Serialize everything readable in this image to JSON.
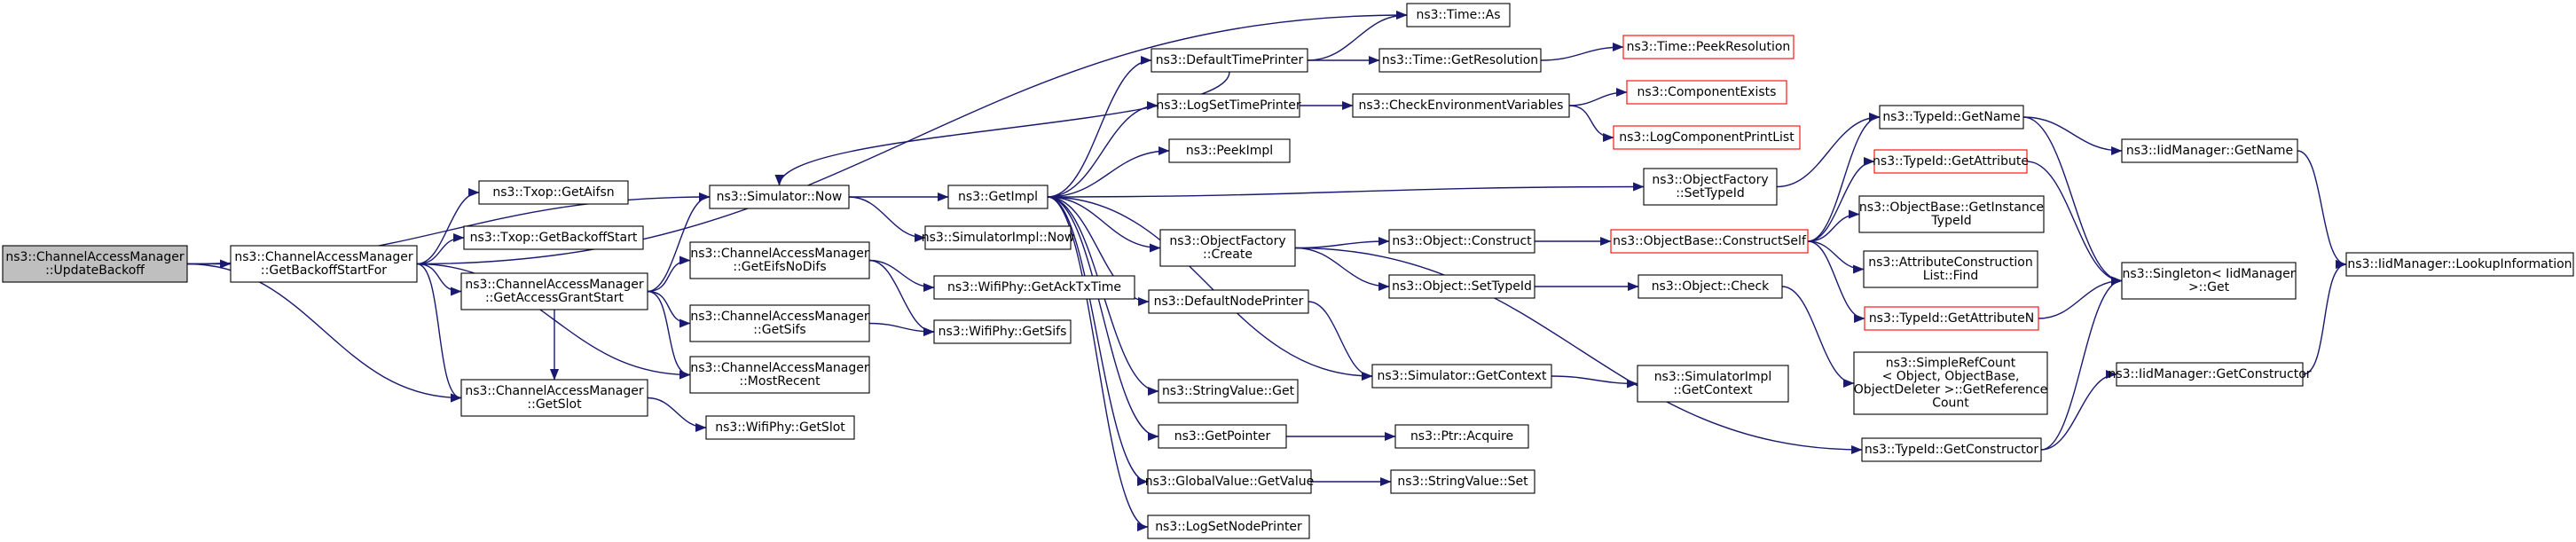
{
  "diagram": {
    "type": "call-graph",
    "colors": {
      "edge": "#191970",
      "node_border": "#000000",
      "truncated_border": "#ff0000",
      "root_fill": "#bfbfbf",
      "node_fill": "#ffffff"
    },
    "nodes": [
      {
        "id": "updateBackoff",
        "lines": [
          "ns3::ChannelAccessManager",
          "::UpdateBackoff"
        ],
        "root": true
      },
      {
        "id": "getBackoffStartFor",
        "lines": [
          "ns3::ChannelAccessManager",
          "::GetBackoffStartFor"
        ]
      },
      {
        "id": "getAccessGrantStart",
        "lines": [
          "ns3::ChannelAccessManager",
          "::GetAccessGrantStart"
        ]
      },
      {
        "id": "getSlot",
        "lines": [
          "ns3::ChannelAccessManager",
          "::GetSlot"
        ]
      },
      {
        "id": "txopGetAifsn",
        "lines": [
          "ns3::Txop::GetAifsn"
        ]
      },
      {
        "id": "txopGetBackoffStart",
        "lines": [
          "ns3::Txop::GetBackoffStart"
        ]
      },
      {
        "id": "simulatorNow",
        "lines": [
          "ns3::Simulator::Now"
        ]
      },
      {
        "id": "getEifsNoDifs",
        "lines": [
          "ns3::ChannelAccessManager",
          "::GetEifsNoDifs"
        ]
      },
      {
        "id": "getSifs",
        "lines": [
          "ns3::ChannelAccessManager",
          "::GetSifs"
        ]
      },
      {
        "id": "mostRecent",
        "lines": [
          "ns3::ChannelAccessManager",
          "::MostRecent"
        ]
      },
      {
        "id": "wifiPhyGetSlot",
        "lines": [
          "ns3::WifiPhy::GetSlot"
        ]
      },
      {
        "id": "getImpl",
        "lines": [
          "ns3::GetImpl"
        ]
      },
      {
        "id": "simImplNow",
        "lines": [
          "ns3::SimulatorImpl::Now"
        ]
      },
      {
        "id": "getAckTxTime",
        "lines": [
          "ns3::WifiPhy::GetAckTxTime"
        ]
      },
      {
        "id": "wifiPhyGetSifs",
        "lines": [
          "ns3::WifiPhy::GetSifs"
        ]
      },
      {
        "id": "defaultTimePrinter",
        "lines": [
          "ns3::DefaultTimePrinter"
        ]
      },
      {
        "id": "logSetTimePrinter",
        "lines": [
          "ns3::LogSetTimePrinter"
        ]
      },
      {
        "id": "peekImpl",
        "lines": [
          "ns3::PeekImpl"
        ]
      },
      {
        "id": "objectFactoryCreate",
        "lines": [
          "ns3::ObjectFactory",
          "::Create"
        ]
      },
      {
        "id": "defaultNodePrinter",
        "lines": [
          "ns3::DefaultNodePrinter"
        ]
      },
      {
        "id": "stringValueGet",
        "lines": [
          "ns3::StringValue::Get"
        ]
      },
      {
        "id": "getPointer",
        "lines": [
          "ns3::GetPointer"
        ]
      },
      {
        "id": "globalValueGetValue",
        "lines": [
          "ns3::GlobalValue::GetValue"
        ]
      },
      {
        "id": "logSetNodePrinter",
        "lines": [
          "ns3::LogSetNodePrinter"
        ]
      },
      {
        "id": "timeAs",
        "lines": [
          "ns3::Time::As"
        ]
      },
      {
        "id": "timeGetResolution",
        "lines": [
          "ns3::Time::GetResolution"
        ]
      },
      {
        "id": "checkEnvVars",
        "lines": [
          "ns3::CheckEnvironmentVariables"
        ]
      },
      {
        "id": "objectFactorySetTypeId",
        "lines": [
          "ns3::ObjectFactory",
          "::SetTypeId"
        ]
      },
      {
        "id": "objectConstruct",
        "lines": [
          "ns3::Object::Construct"
        ]
      },
      {
        "id": "objectSetTypeId",
        "lines": [
          "ns3::Object::SetTypeId"
        ]
      },
      {
        "id": "simulatorGetContext",
        "lines": [
          "ns3::Simulator::GetContext"
        ]
      },
      {
        "id": "ptrAcquire",
        "lines": [
          "ns3::Ptr::Acquire"
        ]
      },
      {
        "id": "stringValueSet",
        "lines": [
          "ns3::StringValue::Set"
        ]
      },
      {
        "id": "timePeekResolution",
        "lines": [
          "ns3::Time::PeekResolution"
        ],
        "truncated": true
      },
      {
        "id": "componentExists",
        "lines": [
          "ns3::ComponentExists"
        ],
        "truncated": true
      },
      {
        "id": "logComponentPrintList",
        "lines": [
          "ns3::LogComponentPrintList"
        ],
        "truncated": true
      },
      {
        "id": "objectBaseConstructSelf",
        "lines": [
          "ns3::ObjectBase::ConstructSelf"
        ],
        "truncated": true
      },
      {
        "id": "objectCheck",
        "lines": [
          "ns3::Object::Check"
        ]
      },
      {
        "id": "simImplGetContext",
        "lines": [
          "ns3::SimulatorImpl",
          "::GetContext"
        ]
      },
      {
        "id": "typeIdGetName",
        "lines": [
          "ns3::TypeId::GetName"
        ]
      },
      {
        "id": "typeIdGetAttribute",
        "lines": [
          "ns3::TypeId::GetAttribute"
        ],
        "truncated": true
      },
      {
        "id": "objectBaseGetInstanceTypeId",
        "lines": [
          "ns3::ObjectBase::GetInstance",
          "TypeId"
        ]
      },
      {
        "id": "attrConstructionListFind",
        "lines": [
          "ns3::AttributeConstruction",
          "List::Find"
        ]
      },
      {
        "id": "typeIdGetAttributeN",
        "lines": [
          "ns3::TypeId::GetAttributeN"
        ],
        "truncated": true
      },
      {
        "id": "simpleRefCount",
        "lines": [
          "ns3::SimpleRefCount",
          "< Object, ObjectBase,",
          "ObjectDeleter >::GetReference",
          "Count"
        ]
      },
      {
        "id": "typeIdGetConstructor",
        "lines": [
          "ns3::TypeId::GetConstructor"
        ]
      },
      {
        "id": "iidManagerGetName",
        "lines": [
          "ns3::IidManager::GetName"
        ]
      },
      {
        "id": "singletonGet",
        "lines": [
          "ns3::Singleton< IidManager",
          ">::Get"
        ]
      },
      {
        "id": "iidManagerGetConstructor",
        "lines": [
          "ns3::IidManager::GetConstructor"
        ]
      },
      {
        "id": "iidManagerLookupInformation",
        "lines": [
          "ns3::IidManager::LookupInformation"
        ]
      }
    ],
    "edges": [
      [
        "updateBackoff",
        "getBackoffStartFor"
      ],
      [
        "updateBackoff",
        "simulatorNow"
      ],
      [
        "updateBackoff",
        "getSlot"
      ],
      [
        "getBackoffStartFor",
        "txopGetAifsn"
      ],
      [
        "getBackoffStartFor",
        "txopGetBackoffStart"
      ],
      [
        "getBackoffStartFor",
        "getAccessGrantStart"
      ],
      [
        "getBackoffStartFor",
        "timeAs"
      ],
      [
        "getBackoffStartFor",
        "getSlot"
      ],
      [
        "getBackoffStartFor",
        "mostRecent"
      ],
      [
        "getAccessGrantStart",
        "simulatorNow"
      ],
      [
        "getAccessGrantStart",
        "getEifsNoDifs"
      ],
      [
        "getAccessGrantStart",
        "getSifs"
      ],
      [
        "getAccessGrantStart",
        "mostRecent"
      ],
      [
        "getAccessGrantStart",
        "getSlot"
      ],
      [
        "getSlot",
        "wifiPhyGetSlot"
      ],
      [
        "simulatorNow",
        "getImpl"
      ],
      [
        "simulatorNow",
        "simImplNow"
      ],
      [
        "getEifsNoDifs",
        "getAckTxTime"
      ],
      [
        "getEifsNoDifs",
        "wifiPhyGetSifs"
      ],
      [
        "getSifs",
        "wifiPhyGetSifs"
      ],
      [
        "getImpl",
        "defaultTimePrinter"
      ],
      [
        "getImpl",
        "logSetTimePrinter"
      ],
      [
        "getImpl",
        "peekImpl"
      ],
      [
        "getImpl",
        "objectFactorySetTypeId"
      ],
      [
        "getImpl",
        "objectFactoryCreate"
      ],
      [
        "getImpl",
        "defaultNodePrinter"
      ],
      [
        "getImpl",
        "stringValueGet"
      ],
      [
        "getImpl",
        "getPointer"
      ],
      [
        "getImpl",
        "globalValueGetValue"
      ],
      [
        "getImpl",
        "logSetNodePrinter"
      ],
      [
        "getImpl",
        "simulatorGetContext"
      ],
      [
        "defaultTimePrinter",
        "simulatorNow"
      ],
      [
        "defaultTimePrinter",
        "timeAs"
      ],
      [
        "defaultTimePrinter",
        "timeGetResolution"
      ],
      [
        "timeGetResolution",
        "timePeekResolution"
      ],
      [
        "logSetTimePrinter",
        "checkEnvVars"
      ],
      [
        "checkEnvVars",
        "componentExists"
      ],
      [
        "checkEnvVars",
        "logComponentPrintList"
      ],
      [
        "objectFactorySetTypeId",
        "typeIdGetName"
      ],
      [
        "objectFactoryCreate",
        "objectConstruct"
      ],
      [
        "objectFactoryCreate",
        "objectSetTypeId"
      ],
      [
        "objectFactoryCreate",
        "typeIdGetConstructor"
      ],
      [
        "objectConstruct",
        "objectBaseConstructSelf"
      ],
      [
        "objectSetTypeId",
        "objectCheck"
      ],
      [
        "defaultNodePrinter",
        "simulatorGetContext"
      ],
      [
        "simulatorGetContext",
        "simImplGetContext"
      ],
      [
        "getPointer",
        "ptrAcquire"
      ],
      [
        "globalValueGetValue",
        "stringValueSet"
      ],
      [
        "objectBaseConstructSelf",
        "typeIdGetName"
      ],
      [
        "objectBaseConstructSelf",
        "typeIdGetAttribute"
      ],
      [
        "objectBaseConstructSelf",
        "objectBaseGetInstanceTypeId"
      ],
      [
        "objectBaseConstructSelf",
        "attrConstructionListFind"
      ],
      [
        "objectBaseConstructSelf",
        "typeIdGetAttributeN"
      ],
      [
        "objectCheck",
        "simpleRefCount"
      ],
      [
        "typeIdGetName",
        "iidManagerGetName"
      ],
      [
        "typeIdGetName",
        "singletonGet"
      ],
      [
        "typeIdGetAttribute",
        "singletonGet"
      ],
      [
        "typeIdGetAttributeN",
        "singletonGet"
      ],
      [
        "typeIdGetConstructor",
        "singletonGet"
      ],
      [
        "typeIdGetConstructor",
        "iidManagerGetConstructor"
      ],
      [
        "iidManagerGetName",
        "iidManagerLookupInformation"
      ],
      [
        "iidManagerGetConstructor",
        "iidManagerLookupInformation"
      ]
    ]
  }
}
